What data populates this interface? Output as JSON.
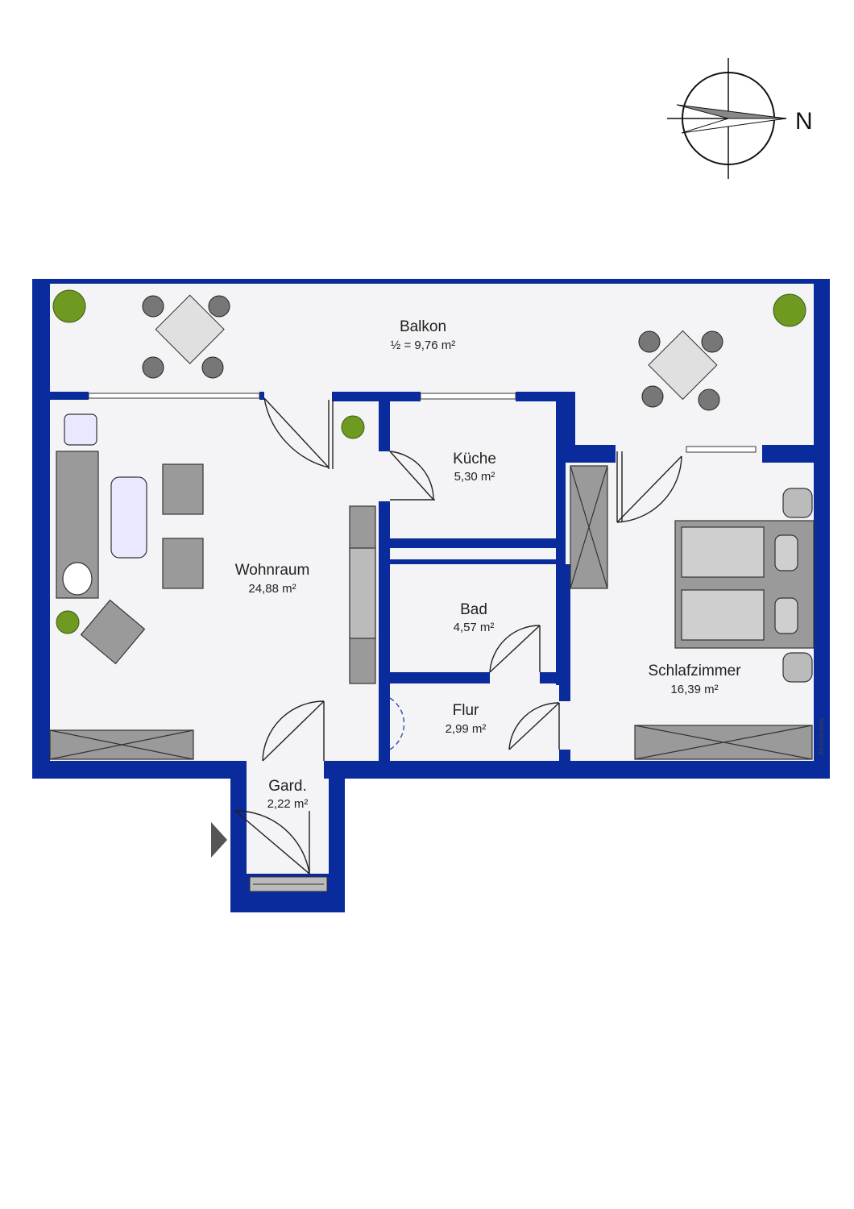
{
  "colors": {
    "wall": "#0a2b9c",
    "floor": "#f4f4f6",
    "furniture": "#9a9a9a",
    "furniture_stroke": "#333333",
    "glass": "#e8e8ff",
    "plant": "#6f9a22"
  },
  "compass": {
    "north_label": "N",
    "icon": "compass-rose-icon"
  },
  "rooms": {
    "balkon": {
      "name": "Balkon",
      "area": "½ = 9,76 m²"
    },
    "kueche": {
      "name": "Küche",
      "area": "5,30 m²"
    },
    "wohnraum": {
      "name": "Wohnraum",
      "area": "24,88 m²"
    },
    "bad": {
      "name": "Bad",
      "area": "4,57 m²"
    },
    "flur": {
      "name": "Flur",
      "area": "2,99 m²"
    },
    "schlafzimmer": {
      "name": "Schlafzimmer",
      "area": "16,39 m²"
    },
    "garderobe": {
      "name": "Gard.",
      "area": "2,22 m²"
    }
  },
  "credit": "McGrundriss",
  "entrance_icon": "entrance-arrow-icon"
}
